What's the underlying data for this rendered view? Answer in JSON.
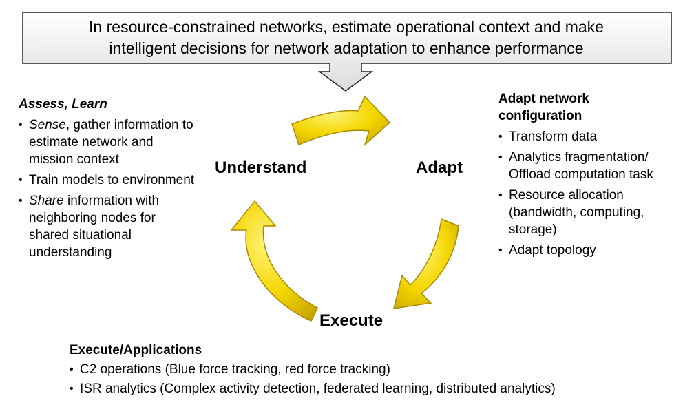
{
  "banner": {
    "line1": "In resource-constrained networks, estimate operational context and make",
    "line2": "intelligent decisions for network adaptation to enhance performance"
  },
  "stages": {
    "understand": "Understand",
    "adapt": "Adapt",
    "execute": "Execute"
  },
  "assess": {
    "title": "Assess, Learn",
    "items": [
      {
        "emph": "Sense",
        "rest": ", gather information to estimate network and mission context"
      },
      {
        "emph": "",
        "rest": "Train models to environment"
      },
      {
        "emph": "Share",
        "rest": " information with neighboring nodes for shared situational understanding"
      }
    ]
  },
  "adapt_config": {
    "title_line1": "Adapt network",
    "title_line2": "configuration",
    "items": [
      "Transform data",
      "Analytics fragmentation/ Offload computation task",
      "Resource allocation (bandwidth, computing, storage)",
      "Adapt topology"
    ]
  },
  "execute_apps": {
    "title": "Execute/Applications",
    "items": [
      "C2 operations (Blue force tracking, red force tracking)",
      "ISR analytics (Complex activity detection, federated learning, distributed analytics)"
    ]
  },
  "colors": {
    "arrow_fill": "#f2d400",
    "arrow_edge": "#c8a800",
    "callout_fill": "#efefef"
  }
}
